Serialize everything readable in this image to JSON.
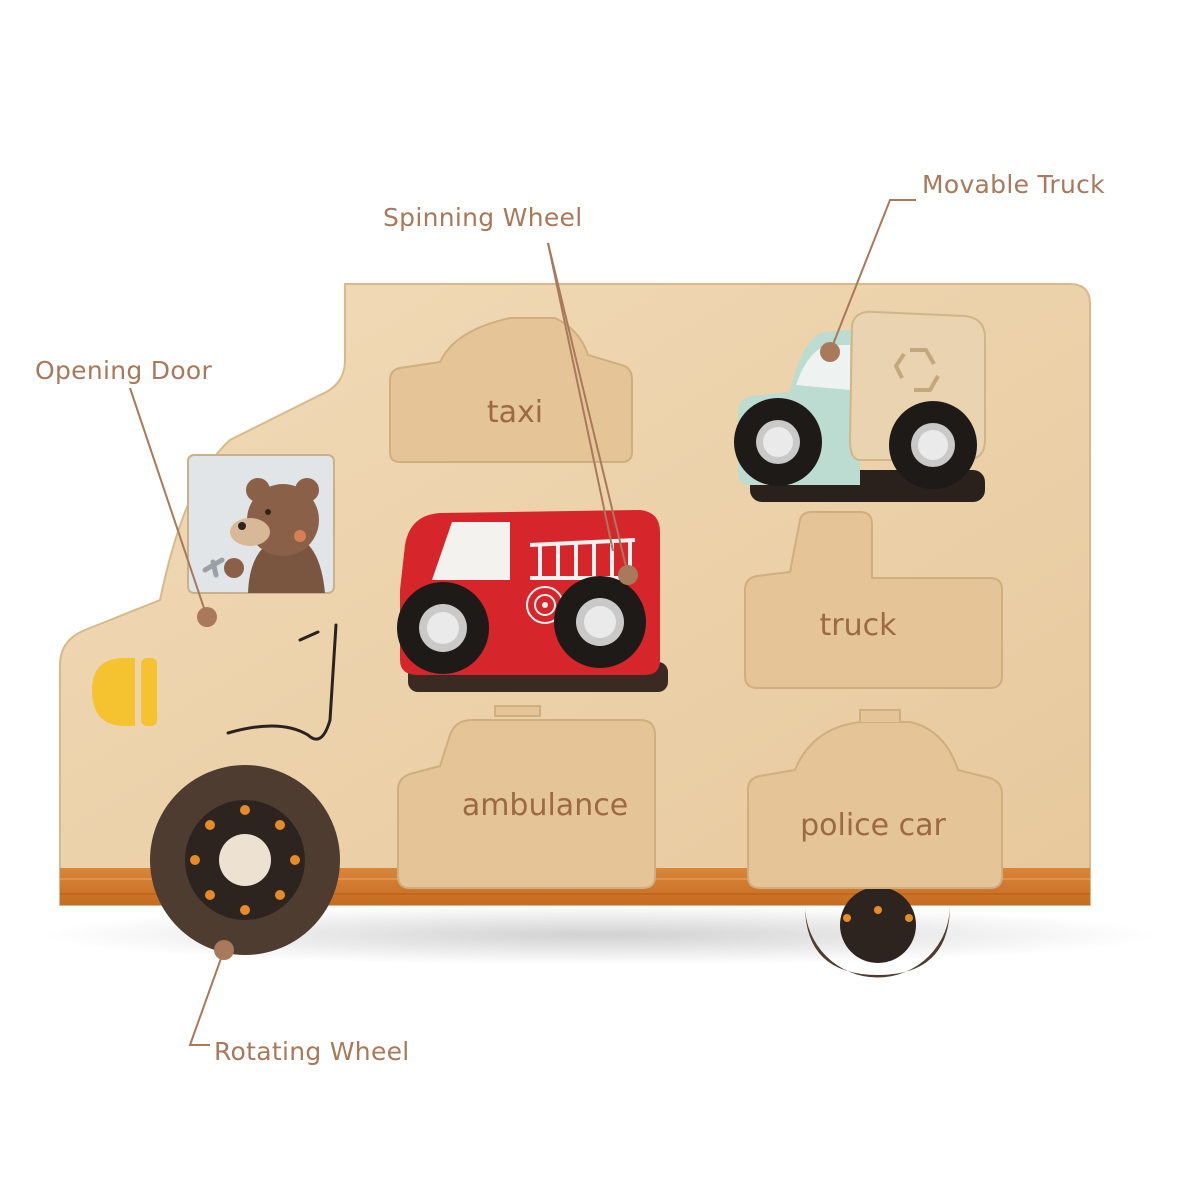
{
  "callouts": {
    "opening_door": "Opening Door",
    "spinning_wheel": "Spinning Wheel",
    "movable_truck": "Movable Truck",
    "rotating_wheel": "Rotating Wheel"
  },
  "slots": {
    "taxi": "taxi",
    "truck": "truck",
    "ambulance": "ambulance",
    "police_car": "police car"
  },
  "colors": {
    "board": "#edd5b0",
    "slot": "#e5c597",
    "stripe": "#d07a28",
    "text": "#a8795a",
    "fire_truck": "#d6262b",
    "garbage_truck": "#bcdcd1",
    "wheel": "#4f3c31",
    "headlight": "#f5c230"
  },
  "icons": {
    "recycle": "recycle-icon",
    "bear": "bear-driver-illustration"
  }
}
